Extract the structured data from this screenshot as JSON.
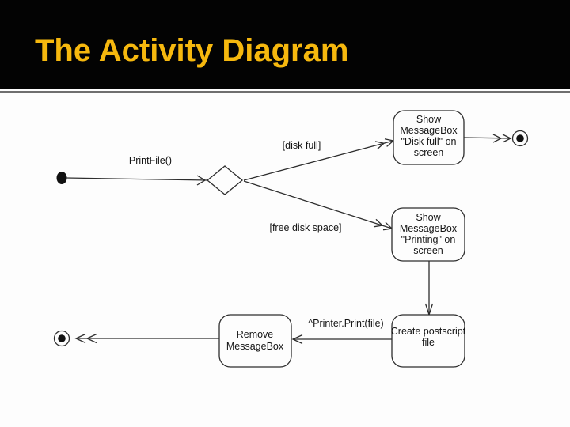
{
  "slide": {
    "title": "The Activity Diagram",
    "colors": {
      "header_bg": "#030303",
      "title_text": "#F6B80E",
      "diagram_ink": "#2e2e2e",
      "body_bg": "#fdfdfd"
    }
  },
  "diagram": {
    "type": "uml-activity-diagram",
    "nodes": {
      "show_disk_full": {
        "lines": [
          "Show",
          "MessageBox",
          "\"Disk full\" on",
          "screen"
        ]
      },
      "show_printing": {
        "lines": [
          "Show",
          "MessageBox",
          "\"Printing\" on",
          "screen"
        ]
      },
      "create_postscript": {
        "lines": [
          "Create postscript",
          "file"
        ]
      },
      "remove_messagebox": {
        "lines": [
          "Remove",
          "MessageBox"
        ]
      }
    },
    "edge_labels": {
      "print_file": "PrintFile()",
      "disk_full": "[disk full]",
      "free_disk_space": "[free disk space]",
      "printer_print": "^Printer.Print(file)"
    }
  }
}
